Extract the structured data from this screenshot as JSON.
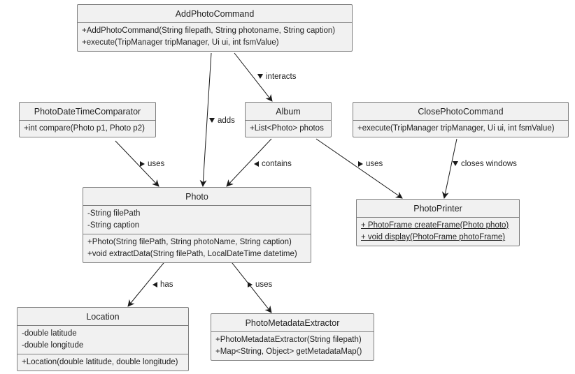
{
  "classes": {
    "add_photo_command": {
      "name": "AddPhotoCommand",
      "methods": [
        "+AddPhotoCommand(String filepath, String photoname, String caption)",
        "+execute(TripManager tripManager, Ui ui, int fsmValue)"
      ]
    },
    "photo_date_time_comparator": {
      "name": "PhotoDateTimeComparator",
      "methods": [
        "+int compare(Photo p1, Photo p2)"
      ]
    },
    "album": {
      "name": "Album",
      "fields": [
        "+List<Photo> photos"
      ]
    },
    "close_photo_command": {
      "name": "ClosePhotoCommand",
      "methods": [
        "+execute(TripManager tripManager, Ui ui, int fsmValue)"
      ]
    },
    "photo": {
      "name": "Photo",
      "fields": [
        "-String filePath",
        "-String caption"
      ],
      "methods": [
        "+Photo(String filePath, String photoName, String caption)",
        "+void extractData(String filePath, LocalDateTime datetime)"
      ]
    },
    "photo_printer": {
      "name": "PhotoPrinter",
      "methods": [
        "+ PhotoFrame createFrame(Photo photo)",
        "+ void display(PhotoFrame photoFrame)"
      ]
    },
    "location": {
      "name": "Location",
      "fields": [
        "-double latitude",
        "-double longitude"
      ],
      "methods": [
        "+Location(double latitude, double longitude)"
      ]
    },
    "photo_metadata_extractor": {
      "name": "PhotoMetadataExtractor",
      "methods": [
        "+PhotoMetadataExtractor(String filepath)",
        "+Map<String, Object> getMetadataMap()"
      ]
    }
  },
  "relations": {
    "adds": "adds",
    "interacts": "interacts",
    "uses_comparator": "uses",
    "contains": "contains",
    "uses_printer": "uses",
    "closes_windows": "closes windows",
    "has": "has",
    "uses_extractor": "uses"
  },
  "colors": {
    "box_fill": "#f1f1f1",
    "box_border": "#7f7f7f",
    "arrow": "#1a1a1a"
  }
}
